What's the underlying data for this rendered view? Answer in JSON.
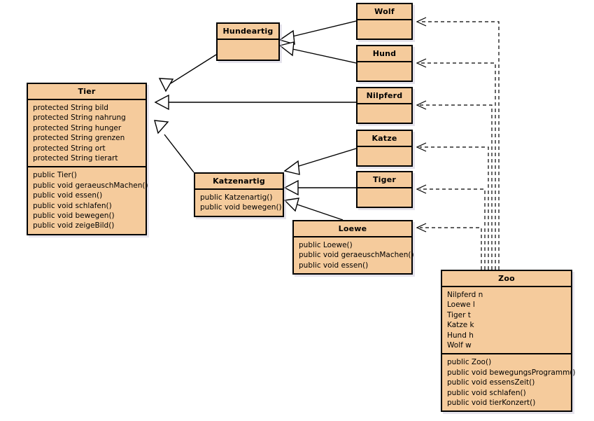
{
  "diagram": {
    "title": "Tierklassen UML Klassendiagramm",
    "background": "#ffffff",
    "class_fill": "#f5cb9c",
    "line_color": "#000000"
  },
  "classes": {
    "tier": {
      "name": "Tier",
      "attributes": [
        "protected String bild",
        "protected String nahrung",
        "protected String hunger",
        "protected String grenzen",
        "protected String ort",
        "protected String tierart"
      ],
      "methods": [
        "public Tier()",
        "public void geraeuschMachen()",
        "public void essen()",
        "public void schlafen()",
        "public void bewegen()",
        "public void zeigeBild()"
      ]
    },
    "hundeartig": {
      "name": "Hundeartig",
      "attributes": [],
      "methods": []
    },
    "katzenartig": {
      "name": "Katzenartig",
      "attributes": [],
      "methods": [
        "public Katzenartig()",
        "public void bewegen()"
      ]
    },
    "loewe": {
      "name": "Loewe",
      "attributes": [],
      "methods": [
        "public Loewe()",
        "public void geraeuschMachen()",
        "public void essen()"
      ]
    },
    "zoo": {
      "name": "Zoo",
      "attributes": [
        "Nilpferd n",
        "Loewe l",
        "Tiger t",
        "Katze k",
        "Hund h",
        "Wolf w"
      ],
      "methods": [
        "public Zoo()",
        "public void bewegungsProgramm()",
        "public void essensZeit()",
        "public void schlafen()",
        "public void tierKonzert()"
      ]
    },
    "wolf": {
      "name": "Wolf",
      "attributes": [],
      "methods": []
    },
    "hund": {
      "name": "Hund",
      "attributes": [],
      "methods": []
    },
    "nilpferd": {
      "name": "Nilpferd",
      "attributes": [],
      "methods": []
    },
    "katze": {
      "name": "Katze",
      "attributes": [],
      "methods": []
    },
    "tiger": {
      "name": "Tiger",
      "attributes": [],
      "methods": []
    }
  },
  "relations": {
    "generalizations": [
      {
        "from": "Hundeartig",
        "to": "Tier"
      },
      {
        "from": "Nilpferd",
        "to": "Tier"
      },
      {
        "from": "Katzenartig",
        "to": "Tier"
      },
      {
        "from": "Wolf",
        "to": "Hundeartig"
      },
      {
        "from": "Hund",
        "to": "Hundeartig"
      },
      {
        "from": "Katze",
        "to": "Katzenartig"
      },
      {
        "from": "Tiger",
        "to": "Katzenartig"
      },
      {
        "from": "Loewe",
        "to": "Katzenartig"
      }
    ],
    "dependencies": [
      {
        "from": "Zoo",
        "to": "Wolf"
      },
      {
        "from": "Zoo",
        "to": "Hund"
      },
      {
        "from": "Zoo",
        "to": "Nilpferd"
      },
      {
        "from": "Zoo",
        "to": "Katze"
      },
      {
        "from": "Zoo",
        "to": "Tiger"
      },
      {
        "from": "Zoo",
        "to": "Loewe"
      }
    ]
  }
}
